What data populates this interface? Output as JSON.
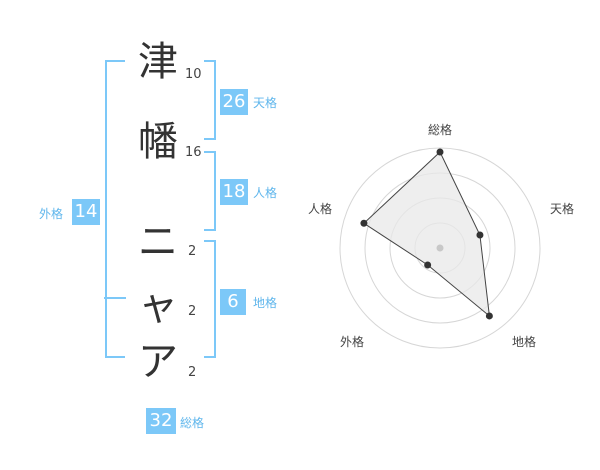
{
  "name_chars": [
    {
      "char": "津",
      "strokes": "10"
    },
    {
      "char": "幡",
      "strokes": "16"
    },
    {
      "char": "ニ",
      "strokes": "2"
    },
    {
      "char": "ャ",
      "strokes": "2"
    },
    {
      "char": "ア",
      "strokes": "2"
    }
  ],
  "fortunes": {
    "tenkaku": {
      "value": "26",
      "label": "天格"
    },
    "jinkaku": {
      "value": "18",
      "label": "人格"
    },
    "chikaku": {
      "value": "6",
      "label": "地格"
    },
    "gaikaku": {
      "value": "14",
      "label": "外格"
    },
    "soukaku": {
      "value": "32",
      "label": "総格"
    }
  },
  "colors": {
    "accent": "#7cc8f8",
    "label": "#5fb6ec"
  },
  "chart_data": {
    "type": "radar",
    "axes": [
      "総格",
      "天格",
      "地格",
      "外格",
      "人格"
    ],
    "values": [
      0.96,
      0.42,
      0.84,
      0.21,
      0.8
    ],
    "range": [
      0,
      1
    ],
    "rings": 4
  }
}
